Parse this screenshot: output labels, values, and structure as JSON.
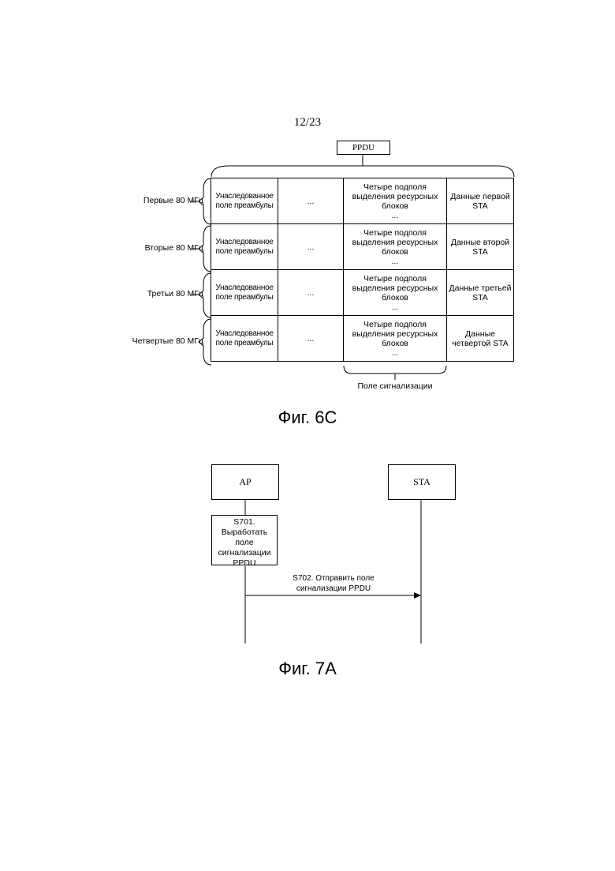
{
  "page_number": "12/23",
  "fig6c": {
    "ppdu_label": "PPDU",
    "rows": [
      {
        "label": "Первые 80 МГц",
        "legacy": "Унаследованное поле преамбулы",
        "ellipsis": "...",
        "subfields": "Четыре подполя выделения ресурсных блоков",
        "subfields_more": "...",
        "data": "Данные первой STA"
      },
      {
        "label": "Вторые 80 МГц",
        "legacy": "Унаследованное поле преамбулы",
        "ellipsis": "...",
        "subfields": "Четыре подполя выделения ресурсных блоков",
        "subfields_more": "...",
        "data": "Данные второй STA"
      },
      {
        "label": "Третьи 80 МГц",
        "legacy": "Унаследованное поле преамбулы",
        "ellipsis": "...",
        "subfields": "Четыре подполя выделения ресурсных блоков",
        "subfields_more": "...",
        "data": "Данные третьей STA"
      },
      {
        "label": "Четвертые 80 МГц",
        "legacy": "Унаследованное поле преамбулы",
        "ellipsis": "...",
        "subfields": "Четыре подполя выделения ресурсных блоков",
        "subfields_more": "...",
        "data": "Данные четвертой STA"
      }
    ],
    "signaling_field_label": "Поле сигнализации",
    "caption": "Фиг. 6С"
  },
  "fig7a": {
    "ap_label": "AP",
    "sta_label": "STA",
    "step1": {
      "id": "S701.",
      "text": "Выработать поле сигнализации PPDU"
    },
    "step2": {
      "text": "S702. Отправить поле сигнализации PPDU"
    },
    "caption": "Фиг. 7А"
  }
}
